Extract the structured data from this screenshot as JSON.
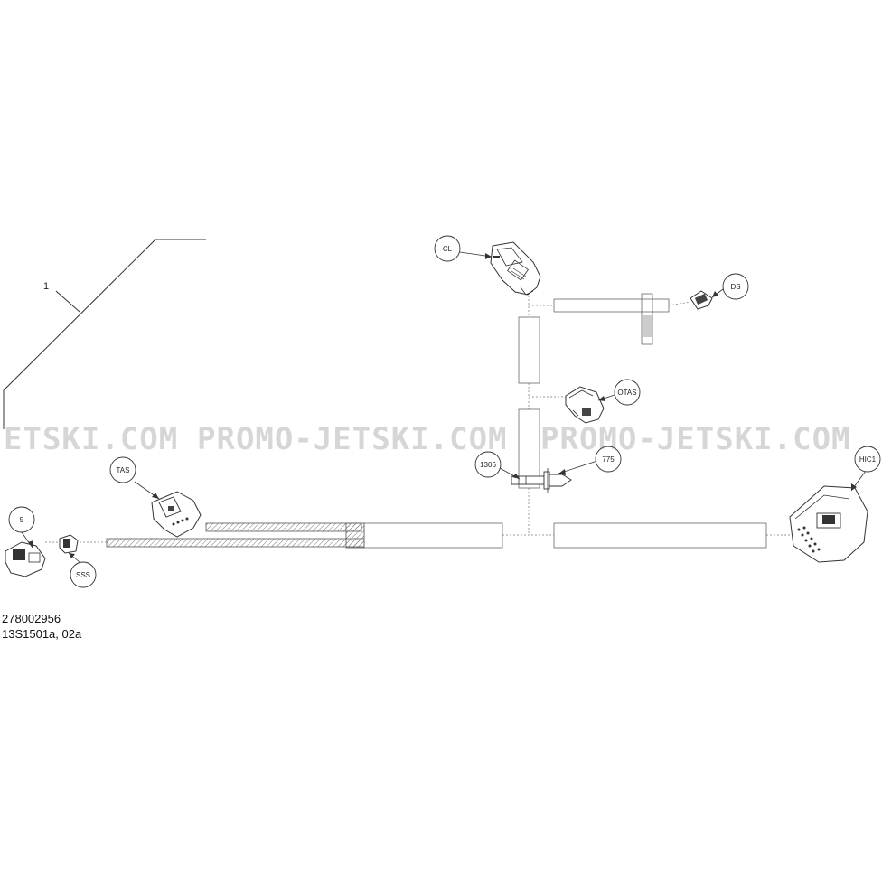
{
  "diagram": {
    "item_label": "1",
    "callouts": {
      "cl": "CL",
      "ds": "DS",
      "otas": "OTAS",
      "p1306": "1306",
      "p775": "775",
      "tas": "TAS",
      "hic1": "HIC1",
      "p5": "5",
      "sss": "SSS"
    }
  },
  "watermark": {
    "segments": [
      "ETSKI.COM",
      "PROMO-JETSKI.COM",
      "PROMO-JETSKI.COM"
    ]
  },
  "footer": {
    "part_number": "278002956",
    "reference": "13S1501a, 02a"
  },
  "colors": {
    "line": "#333333",
    "watermark": "#8a8a8a"
  }
}
